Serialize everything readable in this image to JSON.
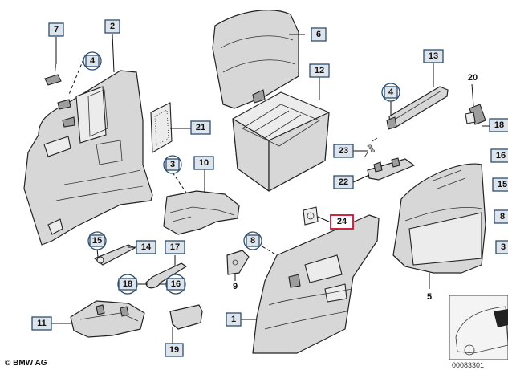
{
  "diagram": {
    "copyright": "© BMW AG",
    "diagram_id": "00083301",
    "labels": {
      "p1": "1",
      "p2": "2",
      "p3": "3",
      "p4a": "4",
      "p4b": "4",
      "p5": "5",
      "p6": "6",
      "p7": "7",
      "p8": "8",
      "p9": "9",
      "p10": "10",
      "p11": "11",
      "p12": "12",
      "p13": "13",
      "p14": "14",
      "p15": "15",
      "p16a": "16",
      "p16b": "16",
      "p17": "17",
      "p18a": "18",
      "p18b": "18",
      "p19": "19",
      "p20": "20",
      "p21": "21",
      "p22": "22",
      "p23": "23",
      "p24": "24",
      "p15b": "15",
      "p8b": "8",
      "p3b": "3"
    },
    "highlighted_part": "24",
    "colors": {
      "callout_fill": "#dde4ec",
      "callout_stroke": "#2d4d6e",
      "highlight": "#c8102e"
    }
  }
}
